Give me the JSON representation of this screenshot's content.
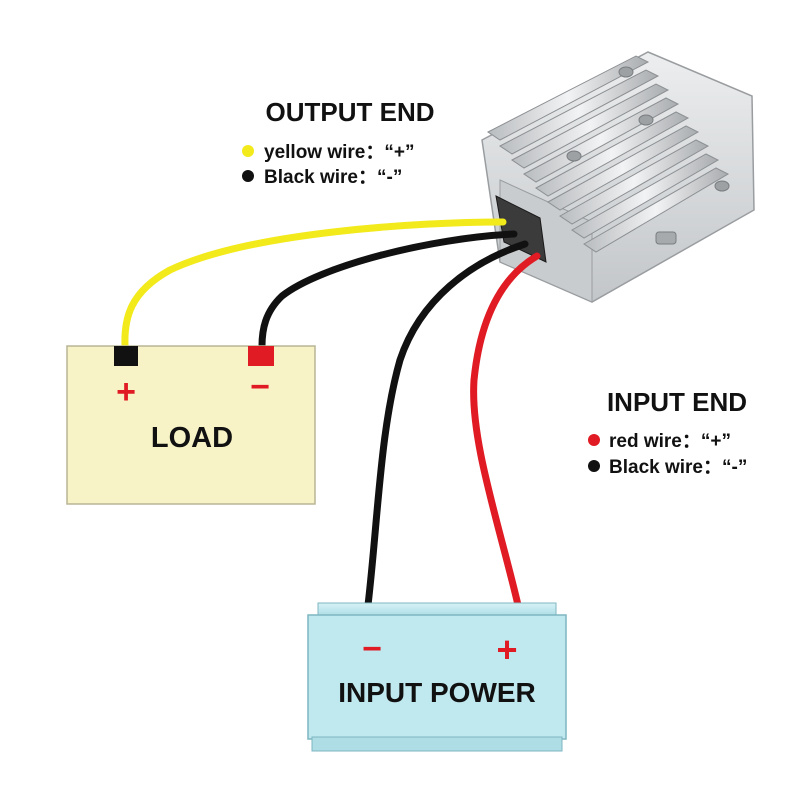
{
  "output_end": {
    "title": "OUTPUT END",
    "wires": [
      {
        "label": "yellow wire：“+”",
        "color": "#f2ea1b"
      },
      {
        "label": "Black wire：“-”",
        "color": "#111111"
      }
    ]
  },
  "input_end": {
    "title": "INPUT END",
    "wires": [
      {
        "label": "red wire：“+”",
        "color": "#e01b24"
      },
      {
        "label": "Black wire：“-”",
        "color": "#111111"
      }
    ]
  },
  "load": {
    "label": "LOAD",
    "plus": "+",
    "minus": "−",
    "fill": "#f7f3c6"
  },
  "input_power": {
    "label": "INPUT POWER",
    "minus": "−",
    "plus": "+",
    "fill": "#bfe8ef"
  },
  "colors": {
    "yellow_wire": "#f2ea1b",
    "black_wire": "#111111",
    "red_wire": "#e01b24",
    "sign_red": "#e01b24",
    "converter_body": "#d9dbdd"
  }
}
